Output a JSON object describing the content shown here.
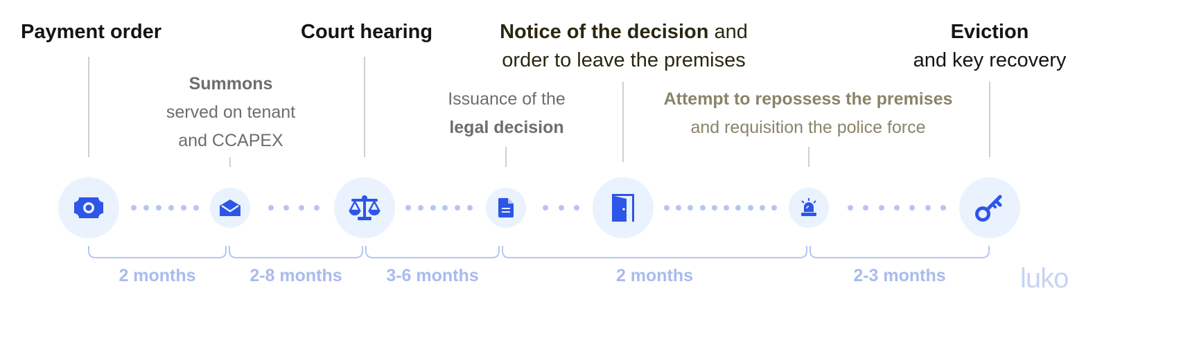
{
  "colors": {
    "accent": "#2d55e8",
    "circle_bg": "#e9f2fd",
    "dots": "#b6c6f2",
    "duration_text": "#a9bbee",
    "olive_text": "#8a8468"
  },
  "steps": [
    {
      "id": "payment-order",
      "bold": "Payment order",
      "rest": "",
      "icon": "money-bill-icon"
    },
    {
      "id": "summons",
      "line1": "Summons",
      "line2": "served on tenant",
      "line3": "and CCAPEX",
      "icon": "envelope-icon"
    },
    {
      "id": "court-hearing",
      "bold": "Court hearing",
      "rest": "",
      "icon": "scales-icon"
    },
    {
      "id": "legal-decision",
      "line1": "Issuance of the",
      "line2": "legal decision",
      "icon": "document-icon"
    },
    {
      "id": "notice",
      "bold": "Notice of the decision",
      "rest": " and",
      "line2": "order to leave the premises",
      "icon": "door-icon"
    },
    {
      "id": "repossess",
      "line1": "Attempt to repossess the premises",
      "line2": "and requisition the police force",
      "icon": "siren-icon"
    },
    {
      "id": "eviction",
      "bold": "Eviction",
      "line2": "and key recovery",
      "icon": "key-icon"
    }
  ],
  "durations": [
    "2 months",
    "2-8 months",
    "3-6 months",
    "2 months",
    "2-3 months"
  ],
  "logo": "luko"
}
